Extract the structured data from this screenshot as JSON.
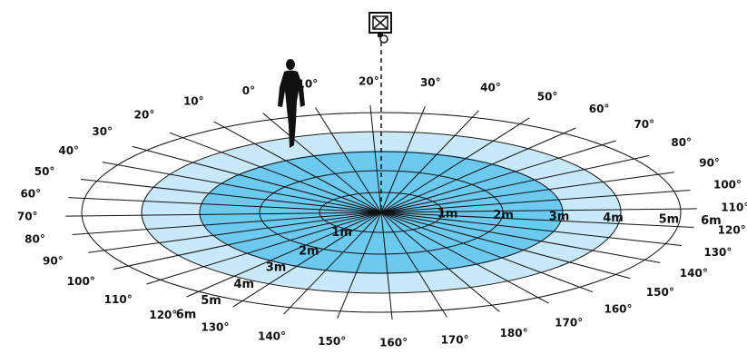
{
  "diagram": {
    "colors": {
      "outer_zone": "#c9e9f8",
      "inner_zone": "#5cc3ee",
      "lines": "#111111",
      "background": "#ffffff"
    },
    "icons": [
      "floodlight-sensor-icon",
      "walking-person-icon"
    ],
    "angle_labels": [
      "0°",
      "10°",
      "20°",
      "30°",
      "40°",
      "50°",
      "60°",
      "70°",
      "80°",
      "90°",
      "100°",
      "110°",
      "120°",
      "130°",
      "140°",
      "150°",
      "160°",
      "170°",
      "180°",
      "170°",
      "160°",
      "150°",
      "140°",
      "130°",
      "120°",
      "110°",
      "100°",
      "90°",
      "80°",
      "70°",
      "60°",
      "50°",
      "40°",
      "30°",
      "20°",
      "10°"
    ],
    "distance_labels_right": [
      "1m",
      "2m",
      "3m",
      "4m",
      "5m",
      "6m"
    ],
    "distance_labels_left": [
      "1m",
      "2m",
      "3m",
      "4m",
      "5m",
      "6m"
    ]
  }
}
